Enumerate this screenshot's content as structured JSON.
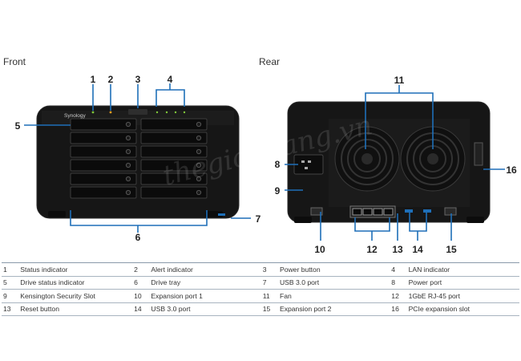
{
  "headings": {
    "front": "Front",
    "rear": "Rear"
  },
  "watermark": "thegioimang.vn",
  "brand": "Synology",
  "callouts": [
    "1",
    "2",
    "3",
    "4",
    "5",
    "6",
    "7",
    "8",
    "9",
    "10",
    "11",
    "12",
    "13",
    "14",
    "15",
    "16"
  ],
  "legend": [
    [
      [
        "1",
        "Status indicator"
      ],
      [
        "2",
        "Alert indicator"
      ],
      [
        "3",
        "Power button"
      ],
      [
        "4",
        "LAN indicator"
      ]
    ],
    [
      [
        "5",
        "Drive status indicator"
      ],
      [
        "6",
        "Drive tray"
      ],
      [
        "7",
        "USB 3.0 port"
      ],
      [
        "8",
        "Power port"
      ]
    ],
    [
      [
        "9",
        "Kensington Security Slot"
      ],
      [
        "10",
        "Expansion port 1"
      ],
      [
        "11",
        "Fan"
      ],
      [
        "12",
        "1GbE RJ-45 port"
      ]
    ],
    [
      [
        "13",
        "Reset button"
      ],
      [
        "14",
        "USB 3.0 port"
      ],
      [
        "15",
        "Expansion port 2"
      ],
      [
        "16",
        "PCIe expansion slot"
      ]
    ]
  ],
  "colors": {
    "device": "#141414",
    "callout_line": "#1e6fb8",
    "text": "#222222"
  }
}
